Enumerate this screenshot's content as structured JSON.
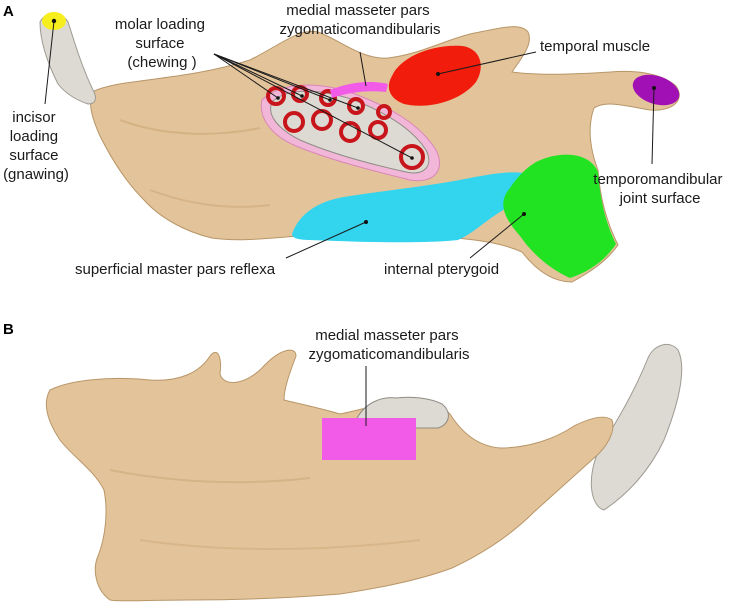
{
  "panels": {
    "a": "A",
    "b": "B"
  },
  "labels_a": {
    "incisor": [
      "incisor",
      "loading",
      "surface",
      "(gnawing)"
    ],
    "molar": [
      "molar loading",
      "surface",
      "(chewing )"
    ],
    "medial_masseter": [
      "medial masseter pars",
      "zygomaticomandibularis"
    ],
    "temporal": "temporal muscle",
    "tmj": [
      "temporomandibular",
      "joint surface"
    ],
    "superficial": "superficial master pars reflexa",
    "pterygoid": "internal pterygoid"
  },
  "labels_b": {
    "medial_masseter": [
      "medial masseter pars",
      "zygomaticomandibularis"
    ]
  },
  "colors": {
    "bone": "#E3C39A",
    "bone_edge": "#B89668",
    "tooth": "#DCDAD3",
    "incisor_zone": "#F7EE1E",
    "molar_zone": "#C8151B",
    "molar_halo": "#F2B6D8",
    "medial_masseter": "#F25BE8",
    "temporal": "#F21C0C",
    "tmj": "#A010B5",
    "superficial": "#33D4EE",
    "pterygoid": "#22E322"
  }
}
